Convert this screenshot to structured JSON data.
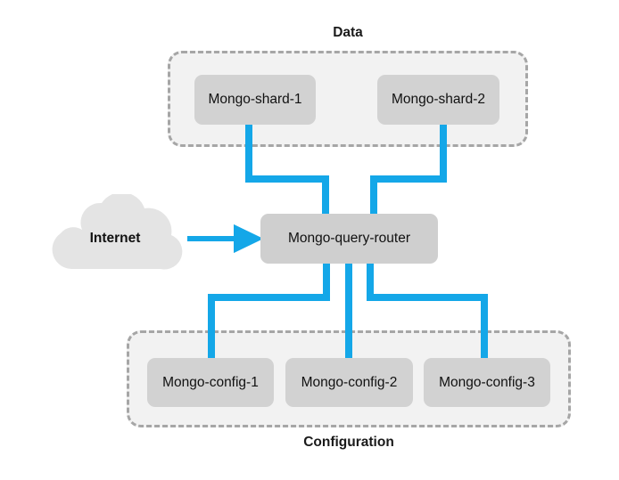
{
  "diagram": {
    "title_visible": false,
    "colors": {
      "link": "#14a7e8",
      "node_fill": "#d2d2d2",
      "group_fill": "#f2f2f2",
      "group_border": "#a6a6a6",
      "cloud_fill": "#e4e4e4",
      "text": "#111111",
      "background": "#ffffff"
    },
    "groups": [
      {
        "id": "data-group",
        "label": "Data",
        "label_position": "top",
        "nodes": [
          {
            "id": "mongo-shard-1",
            "label": "Mongo-shard-1"
          },
          {
            "id": "mongo-shard-2",
            "label": "Mongo-shard-2"
          }
        ]
      },
      {
        "id": "configuration-group",
        "label": "Configuration",
        "label_position": "bottom",
        "nodes": [
          {
            "id": "mongo-config-1",
            "label": "Mongo-config-1"
          },
          {
            "id": "mongo-config-2",
            "label": "Mongo-config-2"
          },
          {
            "id": "mongo-config-3",
            "label": "Mongo-config-3"
          }
        ]
      }
    ],
    "router": {
      "id": "mongo-query-router",
      "label": "Mongo-query-router"
    },
    "cloud": {
      "id": "internet-cloud",
      "label": "Internet"
    },
    "connections": [
      {
        "from": "Mongo-shard-1",
        "to": "Mongo-query-router",
        "arrow": false
      },
      {
        "from": "Mongo-shard-2",
        "to": "Mongo-query-router",
        "arrow": false
      },
      {
        "from": "Internet",
        "to": "Mongo-query-router",
        "arrow": true
      },
      {
        "from": "Mongo-query-router",
        "to": "Mongo-config-1",
        "arrow": false
      },
      {
        "from": "Mongo-query-router",
        "to": "Mongo-config-2",
        "arrow": false
      },
      {
        "from": "Mongo-query-router",
        "to": "Mongo-config-3",
        "arrow": false
      }
    ]
  }
}
